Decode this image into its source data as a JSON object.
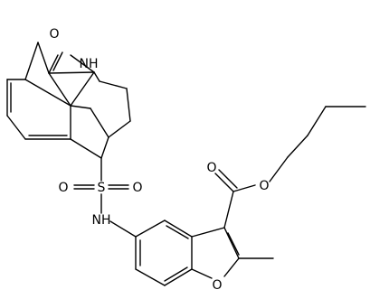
{
  "molecule": {
    "atoms": {
      "lactam_o": "O",
      "lactam_nh": "NH",
      "sulfonyl_s": "S",
      "sulfonyl_o_left": "O",
      "sulfonyl_o_right": "O",
      "sulfonamide_nh": "NH",
      "carbonyl_o": "O",
      "ester_o": "O",
      "furan_o": "O"
    }
  },
  "colors": {
    "bond": "#000000",
    "background": "#ffffff",
    "label": "#000000"
  }
}
